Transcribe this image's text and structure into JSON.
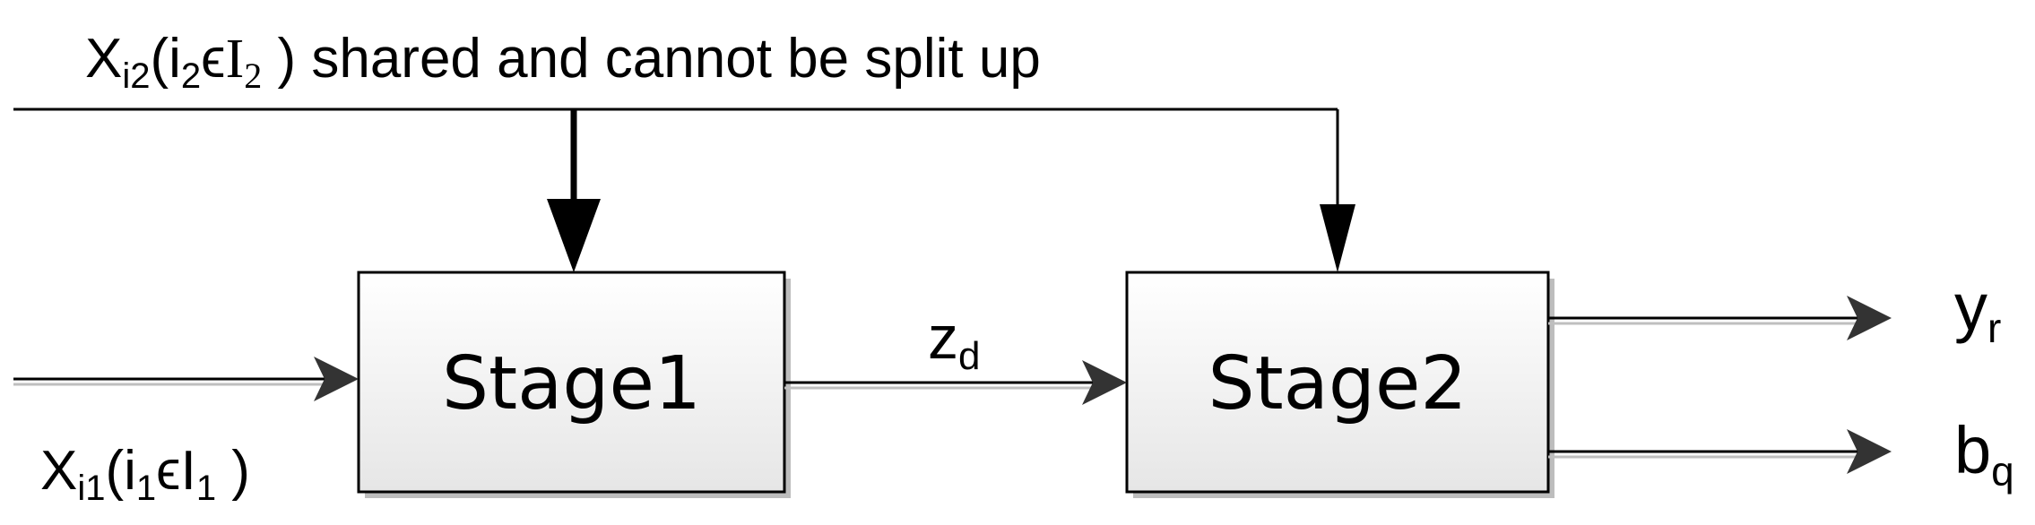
{
  "stages": [
    {
      "label": "Stage1"
    },
    {
      "label": "Stage2"
    }
  ],
  "inputs": {
    "top": {
      "var": "X",
      "var_sub": "i2",
      "open": "(i",
      "open_sub": "2",
      "elem": "ϵ",
      "set": "I",
      "set_sub": "2",
      "close": " ) shared and cannot be split up"
    },
    "bottom": {
      "var": "X",
      "var_sub": "i1",
      "open": "(i",
      "open_sub": "1",
      "elem": "ϵ",
      "set": "I",
      "set_sub": "1",
      "close": " )"
    }
  },
  "intermediate": {
    "var": "z",
    "sub": "d"
  },
  "outputs": [
    {
      "var": "y",
      "sub": "r"
    },
    {
      "var": "b",
      "sub": "q"
    }
  ],
  "colors": {
    "line": "#000000",
    "box_fill_top": "#ffffff",
    "box_fill_bottom": "#e6e6e6",
    "arrow": "#333333",
    "shadow": "#bfbfbf"
  }
}
